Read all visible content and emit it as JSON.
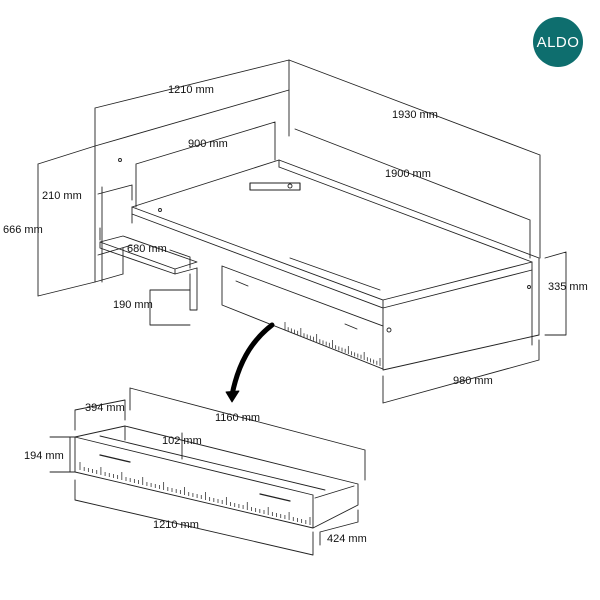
{
  "brand": {
    "logo_text": "ALDO",
    "logo_color": "#0e6e6e"
  },
  "dimensions": {
    "bed_total_width": "1210 mm",
    "bed_length": "1930 mm",
    "inner_width": "900 mm",
    "inner_length": "1900 mm",
    "height_headboard_step": "210 mm",
    "height_headboard": "666 mm",
    "shelf_length": "680 mm",
    "shelf_height": "190 mm",
    "side_height": "335 mm",
    "bed_depth": "980 mm",
    "drawer_depth": "394 mm",
    "drawer_inner_length": "1160 mm",
    "drawer_inner_height": "102 mm",
    "drawer_height": "194 mm",
    "drawer_length": "1210 mm",
    "drawer_width": "424 mm"
  },
  "colors": {
    "line": "#222222",
    "ruler": "#333333"
  }
}
